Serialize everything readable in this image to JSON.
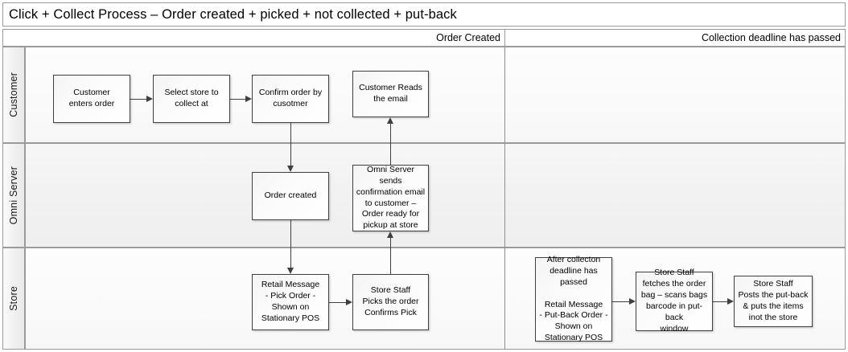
{
  "diagram": {
    "title": "Click + Collect Process – Order created + picked + not collected + put-back",
    "type": "swimlane-flowchart",
    "phases": [
      {
        "id": "phase-order-created",
        "label": "Order Created"
      },
      {
        "id": "phase-collection-deadline",
        "label": "Collection deadline has passed"
      }
    ],
    "lanes": [
      {
        "id": "lane-customer",
        "label": "Customer"
      },
      {
        "id": "lane-omni-server",
        "label": "Omni Server"
      },
      {
        "id": "lane-store",
        "label": "Store"
      }
    ],
    "nodes": [
      {
        "id": "customer-enters-order",
        "lane": "lane-customer",
        "phase": "phase-order-created",
        "label": "Customer\nenters order"
      },
      {
        "id": "select-store",
        "lane": "lane-customer",
        "phase": "phase-order-created",
        "label": "Select store to\ncollect at"
      },
      {
        "id": "confirm-order",
        "lane": "lane-customer",
        "phase": "phase-order-created",
        "label": "Confirm order by\ncusotmer"
      },
      {
        "id": "customer-reads-email",
        "lane": "lane-customer",
        "phase": "phase-order-created",
        "label": "Customer Reads\nthe email"
      },
      {
        "id": "order-created",
        "lane": "lane-omni-server",
        "phase": "phase-order-created",
        "label": "Order created"
      },
      {
        "id": "omni-server-sends-email",
        "lane": "lane-omni-server",
        "phase": "phase-order-created",
        "label": "Omni Server sends\nconfirmation email\nto customer –\nOrder ready for\npickup at store"
      },
      {
        "id": "retail-message-pick-order",
        "lane": "lane-store",
        "phase": "phase-order-created",
        "label": "Retail Message\n- Pick Order -\nShown on\nStationary POS"
      },
      {
        "id": "store-staff-picks-order",
        "lane": "lane-store",
        "phase": "phase-order-created",
        "label": "Store Staff\nPicks the order\nConfirms Pick"
      },
      {
        "id": "retail-message-put-back",
        "lane": "lane-store",
        "phase": "phase-collection-deadline",
        "label": "After collecton\ndeadline has passed\n\nRetail Message\n- Put-Back Order -\nShown on\nStationary POS"
      },
      {
        "id": "store-staff-fetches-bag",
        "lane": "lane-store",
        "phase": "phase-collection-deadline",
        "label": "Store Staff\nfetches the order\nbag – scans bags\nbarcode in put-back\nwindow"
      },
      {
        "id": "store-staff-posts-put-back",
        "lane": "lane-store",
        "phase": "phase-collection-deadline",
        "label": "Store Staff\nPosts the put-back\n& puts the items\ninot the store"
      }
    ],
    "edges": [
      {
        "id": "edge-enters-to-select",
        "from": "customer-enters-order",
        "to": "select-store",
        "direction": "right"
      },
      {
        "id": "edge-select-to-confirm",
        "from": "select-store",
        "to": "confirm-order",
        "direction": "right"
      },
      {
        "id": "edge-confirm-to-order",
        "from": "confirm-order",
        "to": "order-created",
        "direction": "down"
      },
      {
        "id": "edge-order-to-retail-message",
        "from": "order-created",
        "to": "retail-message-pick-order",
        "direction": "down"
      },
      {
        "id": "edge-retail-to-staff-picks",
        "from": "retail-message-pick-order",
        "to": "store-staff-picks-order",
        "direction": "right"
      },
      {
        "id": "edge-picks-to-omni-email",
        "from": "store-staff-picks-order",
        "to": "omni-server-sends-email",
        "direction": "up"
      },
      {
        "id": "edge-omni-email-to-reads",
        "from": "omni-server-sends-email",
        "to": "customer-reads-email",
        "direction": "up"
      },
      {
        "id": "edge-putback-to-fetches",
        "from": "retail-message-put-back",
        "to": "store-staff-fetches-bag",
        "direction": "right"
      },
      {
        "id": "edge-fetches-to-posts",
        "from": "store-staff-fetches-bag",
        "to": "store-staff-posts-put-back",
        "direction": "right"
      }
    ],
    "colors": {
      "page_background": "#ffffff",
      "frame_border": "#9a9a9a",
      "node_border": "#3f3f3f",
      "node_fill": "#fbfbfb",
      "connector": "#3f3f3f",
      "lane_fill": "#f2f2f2",
      "text": "#000000"
    }
  }
}
